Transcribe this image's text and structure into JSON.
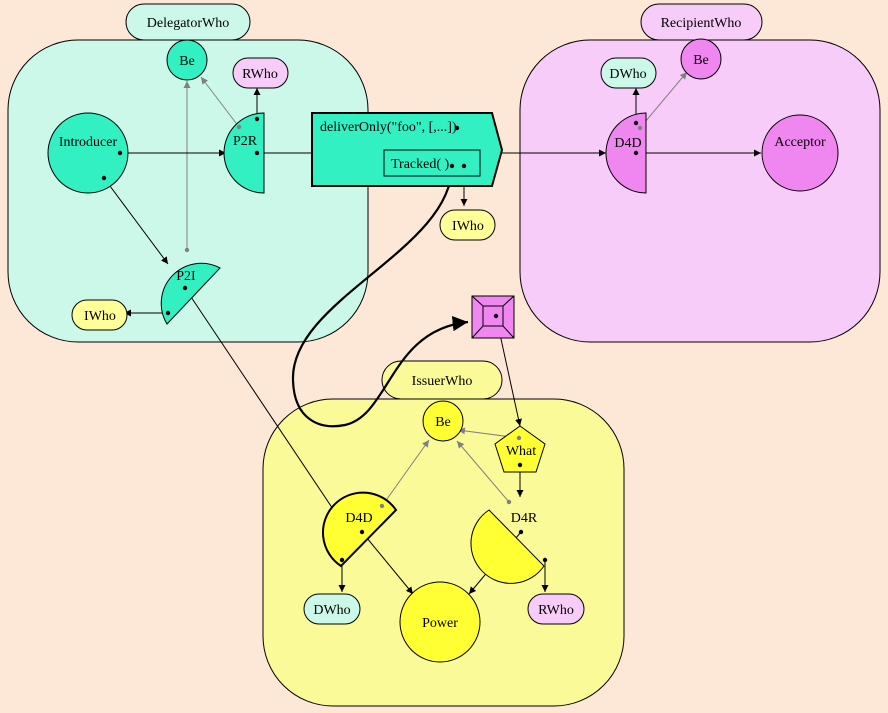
{
  "colors": {
    "background": "#fde8d8",
    "delegator_fill": "#ccf8ea",
    "delegator_node": "#33f0c2",
    "recipient_fill": "#f8ccf8",
    "recipient_node": "#f087f0",
    "issuer_fill": "#fafa99",
    "issuer_node": "#ffff33",
    "light_yellow": "#ffff99",
    "light_cyan": "#ccf8ea",
    "light_pink": "#f8ccf8",
    "arrow": "#000000",
    "gray_arrow": "#808080"
  },
  "regions": {
    "delegator": {
      "label": "DelegatorWho"
    },
    "recipient": {
      "label": "RecipientWho"
    },
    "issuer": {
      "label": "IssuerWho"
    }
  },
  "nodes": {
    "d_be": "Be",
    "d_rwho": "RWho",
    "d_introducer": "Introducer",
    "d_p2r": "P2R",
    "d_p2i": "P2I",
    "d_iwho": "IWho",
    "r_dwho": "DWho",
    "r_be": "Be",
    "r_d4d": "D4D",
    "r_acceptor": "Acceptor",
    "m_iwho": "IWho",
    "i_be": "Be",
    "i_what": "What",
    "i_d4d": "D4D",
    "i_d4r": "D4R",
    "i_dwho": "DWho",
    "i_power": "Power",
    "i_rwho": "RWho"
  },
  "message": {
    "text": "deliverOnly(\"foo\", [,...])",
    "inner": "Tracked( )"
  }
}
